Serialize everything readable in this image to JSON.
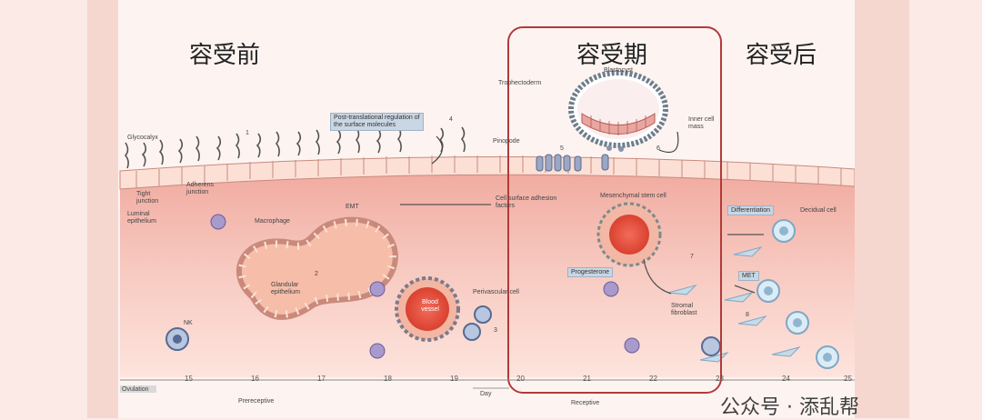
{
  "headers": {
    "pre": "容受前",
    "during": "容受期",
    "post": "容受后"
  },
  "labels": {
    "glycocalyx": "Glycocalyx",
    "tight_junction": "Tight junction",
    "adherens_junction": "Adherens junction",
    "luminal_epithelium": "Luminal epithelium",
    "post_translational": "Post-translational regulation of the surface molecules",
    "pinopode": "Pinopode",
    "trophectoderm": "Trophectoderm",
    "blastocyst": "Blastocyst",
    "inner_cell_mass": "Inner cell mass",
    "emt": "EMT",
    "macrophage": "Macrophage",
    "cell_surface_adhesion": "Cell surface adhesion factors",
    "mesenchymal_stem_cell": "Mesenchymal stem cell",
    "differentiation": "Differentiation",
    "decidual_cell": "Decidual cell",
    "glandular_epithelium": "Glandular epithelium",
    "progesterone": "Progesterone",
    "met": "MET",
    "perivascular_cell": "Perivascular cell",
    "blood_vessel": "Blood vessel",
    "stromal_fibroblast": "Stromal fibroblast",
    "nk": "NK",
    "ovulation": "Ovulation",
    "day": "Day",
    "prereceptive": "Prereceptive",
    "receptive": "Receptive"
  },
  "markers": [
    "1",
    "2",
    "3",
    "4",
    "5",
    "6",
    "7",
    "8"
  ],
  "ticks": [
    "15",
    "16",
    "17",
    "18",
    "19",
    "20",
    "21",
    "22",
    "23",
    "24",
    "25"
  ],
  "watermark": "公众号 · 添乱帮"
}
